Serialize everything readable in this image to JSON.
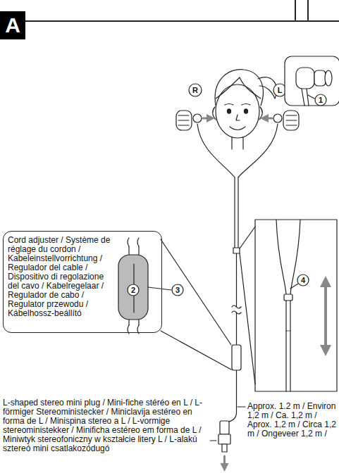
{
  "diagram": {
    "nodes": [
      {
        "text": [
          "A"
        ]
      },
      {
        "text": [
          "Cord adjuster / Système de réglage du cordon / Kabeleinstellvorrichtung / Regulador del cable / Dispositivo di regolazione del cavo / Kabelregelaar / Regulador de cabo / Regulator przewodu / Kábelhossz-beállító"
        ]
      }
    ],
    "edges": [],
    "labels": [
      "R",
      "L",
      "1",
      "2",
      "3",
      "4",
      "L-shaped stereo mini plug / Mini-fiche stéréo en L / L-förmiger Stereoministecker / Miniclavija estéreo en forma de L / Minispina stereo a L / L-vormige stereoministekker / Minificha estéreo em forma de L / Miniwtyk stereofoniczny w kształcie litery L / L-alakú sztereó mini csatlakozódugó",
      "Approx. 1.2 m / Environ 1,2 m / Ca. 1,2 m / Aprox. 1,2 m / Circa 1,2 m / Ongeveer 1,2 m /"
    ]
  }
}
